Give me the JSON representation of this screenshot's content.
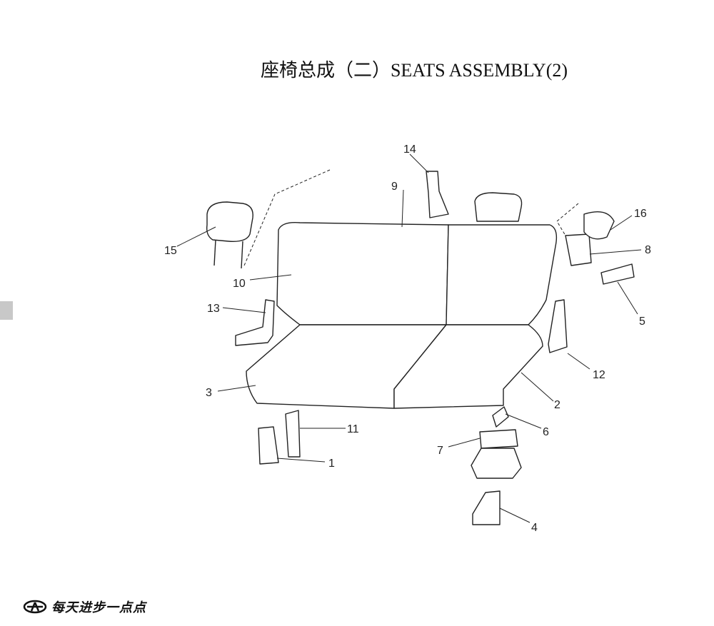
{
  "title": "座椅总成（二）SEATS ASSEMBLY(2)",
  "callouts": [
    "1",
    "2",
    "3",
    "4",
    "5",
    "6",
    "7",
    "8",
    "9",
    "10",
    "11",
    "12",
    "13",
    "14",
    "15",
    "16"
  ],
  "footer": {
    "slogan": "每天进步一点点",
    "logo_icon": "brand-logo-icon"
  }
}
